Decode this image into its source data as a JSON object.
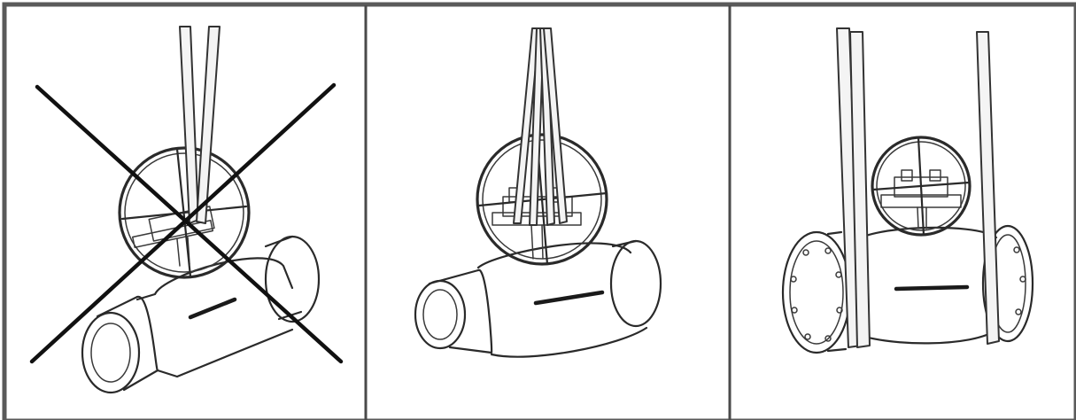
{
  "panels": [
    {
      "id": "incorrect",
      "status": "not-allowed",
      "icon": "cross-out-mark"
    },
    {
      "id": "correct-sling-through-handwheel",
      "status": "allowed"
    },
    {
      "id": "correct-sling-around-flanges",
      "status": "allowed"
    }
  ],
  "colors": {
    "line": "#2a2a2a",
    "frame": "#5a5a5a",
    "background": "#ffffff"
  }
}
